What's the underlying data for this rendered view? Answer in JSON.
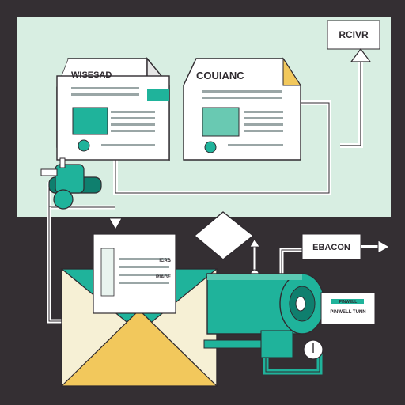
{
  "labels": {
    "top_right": "RCIVR",
    "doc_left": "WISESAD",
    "doc_center": "COUIANC",
    "right_box": "EBACON",
    "small_box_top": "PINWELL",
    "small_box_bottom": "PINWELL TUNN",
    "doc_front_tag_1": "ICAB",
    "doc_front_tag_2": "RIAGE"
  },
  "colors": {
    "frame": "#342f33",
    "mint_panel": "#d8eee2",
    "teal": "#1fb39b",
    "teal_dark": "#0f7f6e",
    "cream": "#f6f0d5",
    "yellow": "#f2c85c",
    "ink": "#2f2a2f",
    "paper": "#ffffff"
  },
  "icons": {
    "arrow_up": "arrow-up-icon",
    "arrow_right": "arrow-right-icon",
    "diamond": "diamond-shape",
    "envelope": "envelope-icon",
    "tank": "cylinder-tank-icon",
    "valve": "valve-icon"
  }
}
